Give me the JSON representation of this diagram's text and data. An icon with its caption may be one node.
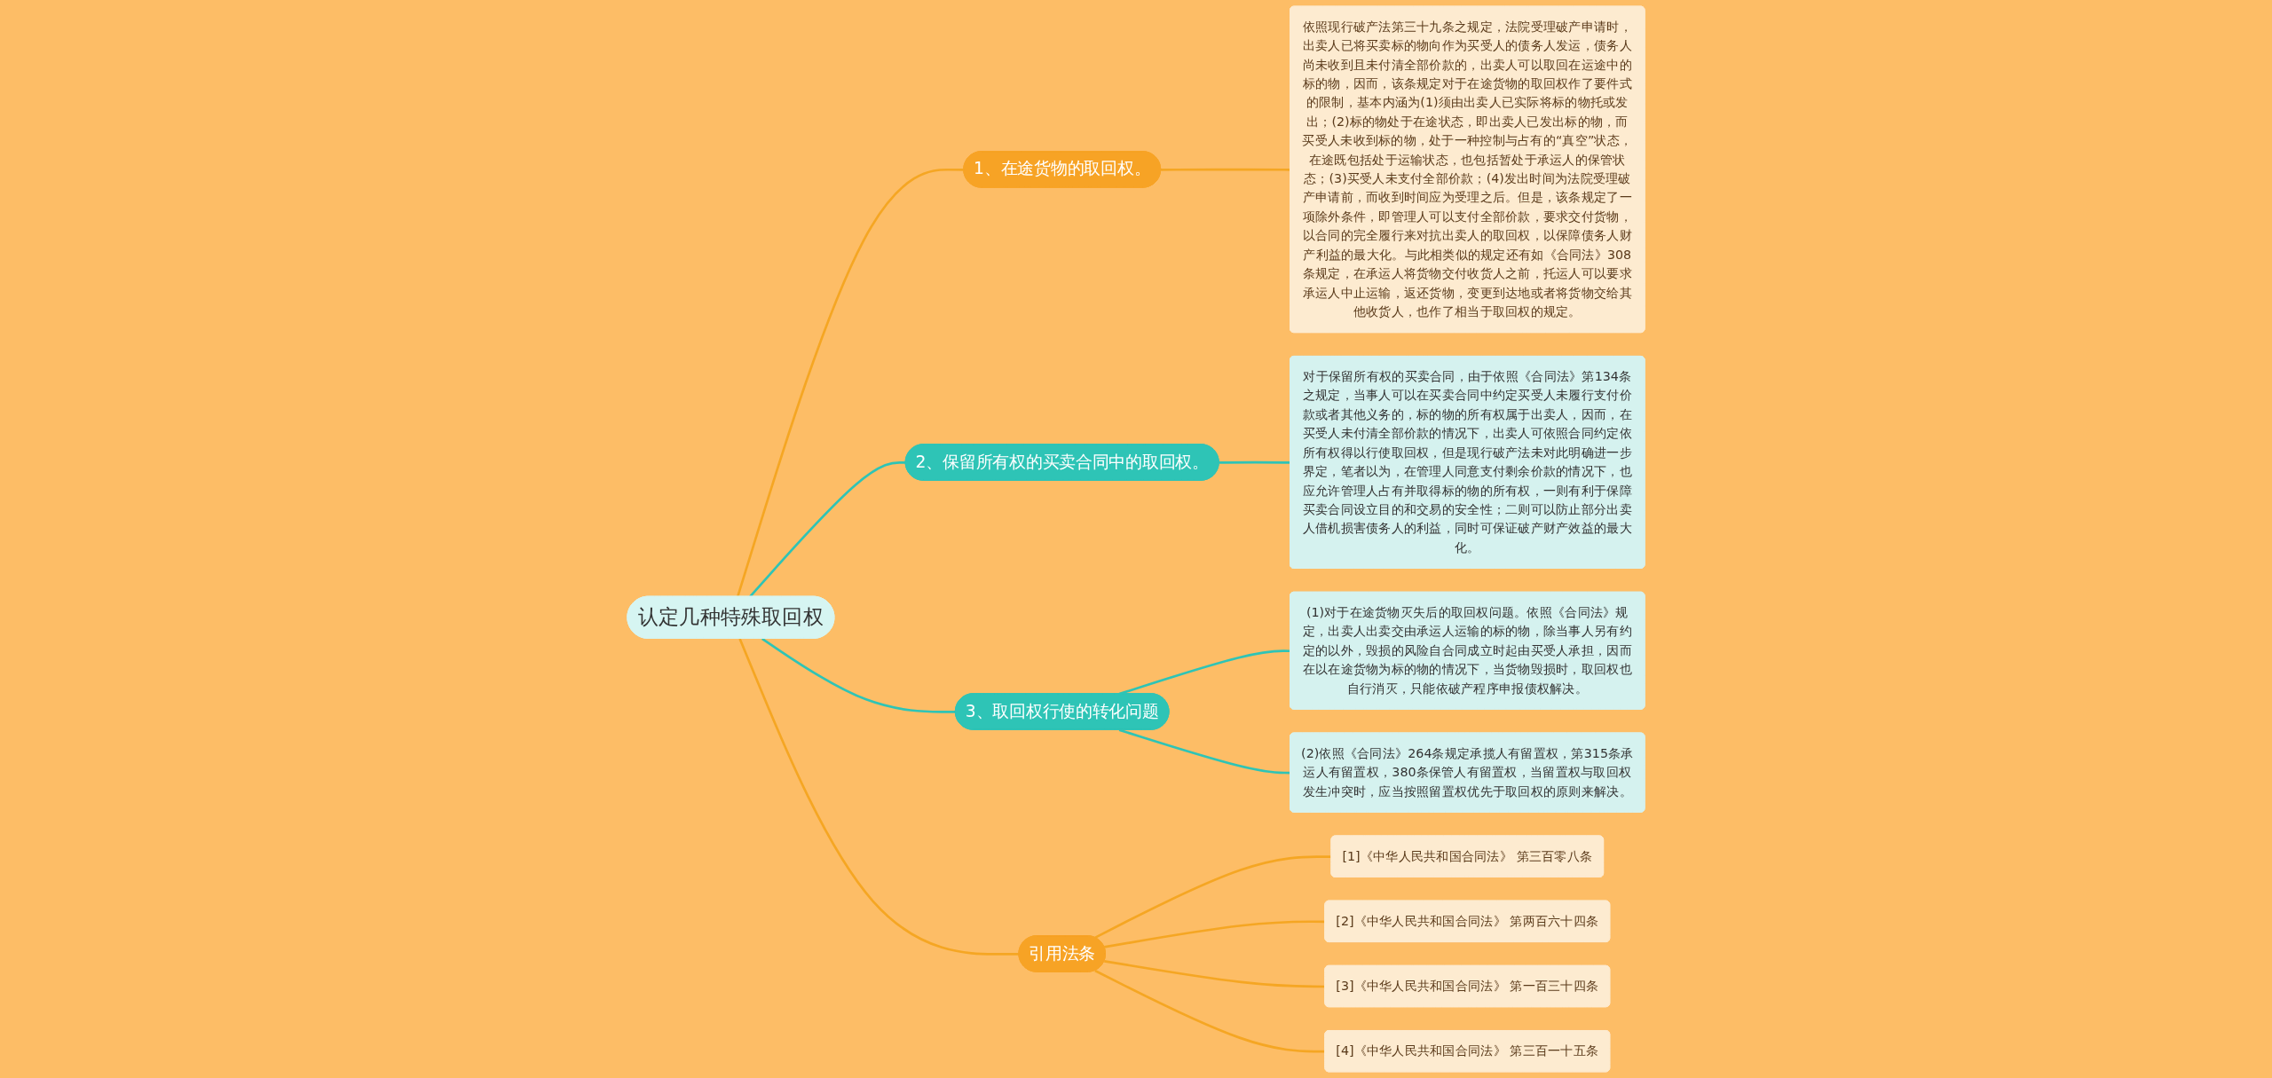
{
  "diagram": {
    "nodes": [
      {
        "text": [
          "认定几种特殊取回权"
        ]
      },
      {
        "text": [
          "1、在途货物的取回权。"
        ]
      },
      {
        "text": [
          "依照现行破产法第三十九条之规定，法院受理破产申请时，出卖人已将买卖标的物向作为买受人的债务人发运，债务人尚未收到且未付清全部价款的，出卖人可以取回在运途中的标的物，因而，该条规定对于在途货物的取回权作了要件式的限制，基本内涵为(1)须由出卖人已实际将标的物托或发出；(2)标的物处于在途状态，即出卖人已发出标的物，而买受人未收到标的物，处于一种控制与占有的“真空”状态，在途既包括处于运输状态，也包括暂处于承运人的保管状态；(3)买受人未支付全部价款；(4)发出时间为法院受理破产申请前，而收到时间应为受理之后。但是，该条规定了一项除外条件，即管理人可以支付全部价款，要求交付货物，以合同的完全履行来对抗出卖人的取回权，以保障债务人财产利益的最大化。与此相类似的规定还有如《合同法》308条规定，在承运人将货物交付收货人之前，托运人可以要求承运人中止运输，返还货物，变更到达地或者将货物交给其他收货人，也作了相当于取回权的规定。"
        ]
      },
      {
        "text": [
          "2、保留所有权的买卖合同中的取回权。"
        ]
      },
      {
        "text": [
          "对于保留所有权的买卖合同，由于依照《合同法》第134条之规定，当事人可以在买卖合同中约定买受人未履行支付价款或者其他义务的，标的物的所有权属于出卖人，因而，在买受人未付清全部价款的情况下，出卖人可依照合同约定依所有权得以行使取回权，但是现行破产法未对此明确进一步界定，笔者以为，在管理人同意支付剩余价款的情况下，也应允许管理人占有并取得标的物的所有权，一则有利于保障买卖合同设立目的和交易的安全性；二则可以防止部分出卖人借机损害债务人的利益，同时可保证破产财产效益的最大化。"
        ]
      },
      {
        "text": [
          "3、取回权行使的转化问题"
        ]
      },
      {
        "text": [
          "(1)对于在途货物灭失后的取回权问题。依照《合同法》规定，出卖人出卖交由承运人运输的标的物，除当事人另有约定的以外，毁损的风险自合同成立时起由买受人承担，因而在以在途货物为标的物的情况下，当货物毁损时，取回权也自行消灭，只能依破产程序申报债权解决。"
        ]
      },
      {
        "text": [
          "(2)依照《合同法》264条规定承揽人有留置权，第315条承运人有留置权，380条保管人有留置权，当留置权与取回权发生冲突时，应当按照留置权优先于取回权的原则来解决。"
        ]
      },
      {
        "text": [
          "引用法条"
        ]
      },
      {
        "text": [
          "[1]《中华人民共和国合同法》 第三百零八条"
        ]
      },
      {
        "text": [
          "[2]《中华人民共和国合同法》 第两百六十四条"
        ]
      },
      {
        "text": [
          "[3]《中华人民共和国合同法》 第一百三十四条"
        ]
      },
      {
        "text": [
          "[4]《中华人民共和国合同法》 第三百一十五条"
        ]
      }
    ],
    "edges": [
      {
        "from": 0,
        "to": 1,
        "arrow": "none"
      },
      {
        "from": 1,
        "to": 2,
        "arrow": "none"
      },
      {
        "from": 0,
        "to": 3,
        "arrow": "none",
        "color": "#2ec4b6"
      },
      {
        "from": 3,
        "to": 4,
        "arrow": "none",
        "color": "#2ec4b6"
      },
      {
        "from": 0,
        "to": 5,
        "arrow": "none",
        "color": "#2ec4b6"
      },
      {
        "from": 5,
        "to": 6,
        "arrow": "none",
        "color": "#2ec4b6"
      },
      {
        "from": 5,
        "to": 7,
        "arrow": "none",
        "color": "#2ec4b6"
      },
      {
        "from": 0,
        "to": 8,
        "arrow": "none"
      },
      {
        "from": 8,
        "to": 9,
        "arrow": "none"
      },
      {
        "from": 8,
        "to": 10,
        "arrow": "none"
      },
      {
        "from": 8,
        "to": 11,
        "arrow": "none"
      },
      {
        "from": 8,
        "to": 12,
        "arrow": "none"
      }
    ]
  }
}
